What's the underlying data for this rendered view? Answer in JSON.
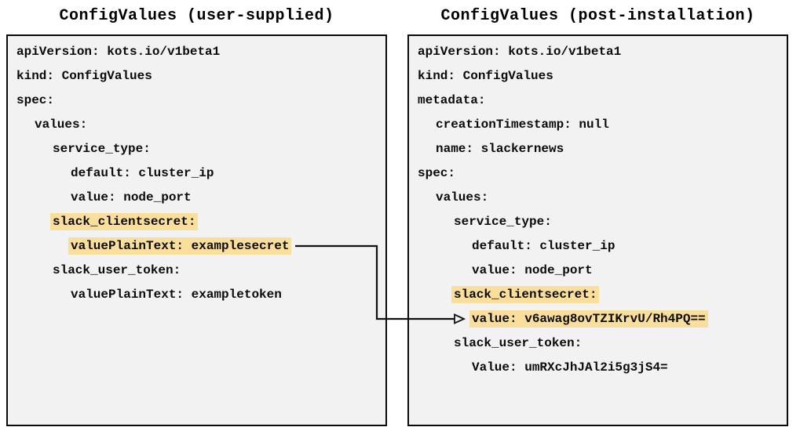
{
  "panels": [
    {
      "title": "ConfigValues (user-supplied)",
      "lines": [
        {
          "indent": 0,
          "text": "apiVersion: kots.io/v1beta1",
          "highlight": false
        },
        {
          "indent": 0,
          "text": "kind: ConfigValues",
          "highlight": false
        },
        {
          "indent": 0,
          "text": "spec:",
          "highlight": false
        },
        {
          "indent": 1,
          "text": "values:",
          "highlight": false
        },
        {
          "indent": 2,
          "text": "service_type:",
          "highlight": false
        },
        {
          "indent": 3,
          "text": "default: cluster_ip",
          "highlight": false
        },
        {
          "indent": 3,
          "text": "value: node_port",
          "highlight": false
        },
        {
          "indent": 2,
          "text": "slack_clientsecret:",
          "highlight": true
        },
        {
          "indent": 3,
          "text": "valuePlainText: examplesecret",
          "highlight": true
        },
        {
          "indent": 2,
          "text": "slack_user_token:",
          "highlight": false
        },
        {
          "indent": 3,
          "text": "valuePlainText: exampletoken",
          "highlight": false
        }
      ]
    },
    {
      "title": "ConfigValues (post-installation)",
      "lines": [
        {
          "indent": 0,
          "text": "apiVersion: kots.io/v1beta1",
          "highlight": false
        },
        {
          "indent": 0,
          "text": "kind: ConfigValues",
          "highlight": false
        },
        {
          "indent": 0,
          "text": "metadata:",
          "highlight": false
        },
        {
          "indent": 1,
          "text": "creationTimestamp: null",
          "highlight": false
        },
        {
          "indent": 1,
          "text": "name: slackernews",
          "highlight": false
        },
        {
          "indent": 0,
          "text": "spec:",
          "highlight": false
        },
        {
          "indent": 1,
          "text": "values:",
          "highlight": false
        },
        {
          "indent": 2,
          "text": "service_type:",
          "highlight": false
        },
        {
          "indent": 3,
          "text": "default: cluster_ip",
          "highlight": false
        },
        {
          "indent": 3,
          "text": "value: node_port",
          "highlight": false
        },
        {
          "indent": 2,
          "text": "slack_clientsecret:",
          "highlight": true
        },
        {
          "indent": 3,
          "text": "value: v6awag8ovTZIKrvU/Rh4PQ==",
          "highlight": true
        },
        {
          "indent": 2,
          "text": "slack_user_token:",
          "highlight": false
        },
        {
          "indent": 3,
          "text": "Value: umRXcJhJAl2i5g3jS4=",
          "highlight": false
        }
      ]
    }
  ],
  "connector": {
    "from_panel": 0,
    "from_line_text": "valuePlainText: examplesecret",
    "to_panel": 1,
    "to_line_text": "value: v6awag8ovTZIKrvU/Rh4PQ=="
  },
  "colors": {
    "highlight": "#f9df9b",
    "panel_bg": "#f2f2f2",
    "panel_border": "#0a0a0a",
    "arrow": "#111111",
    "text": "#0a0a0a"
  }
}
